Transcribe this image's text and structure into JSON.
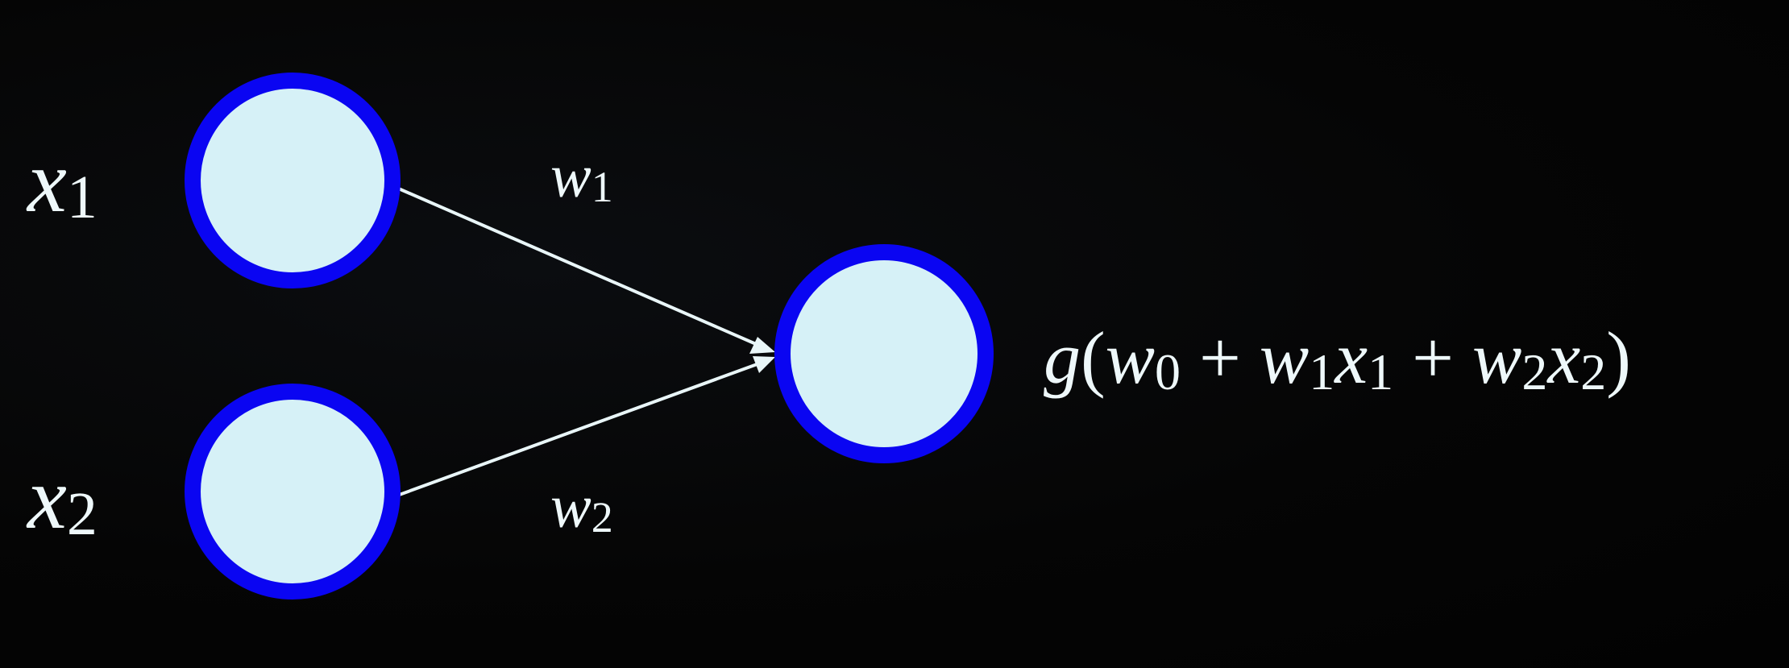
{
  "diagram": {
    "inputs": [
      {
        "var": "x",
        "sub": "1"
      },
      {
        "var": "x",
        "sub": "2"
      }
    ],
    "weights": [
      {
        "var": "w",
        "sub": "1"
      },
      {
        "var": "w",
        "sub": "2"
      }
    ],
    "output_expression": {
      "func": "g",
      "open": "(",
      "w0_var": "w",
      "w0_sub": "0",
      "plus1": " + ",
      "w1_var": "w",
      "w1_sub": "1",
      "x1_var": "x",
      "x1_sub": "1",
      "plus2": " + ",
      "w2_var": "w",
      "w2_sub": "2",
      "x2_var": "x",
      "x2_sub": "2",
      "close": ")"
    },
    "colors": {
      "node_fill": "#d6f1f7",
      "node_border": "#0a05f2",
      "edge": "#e9f6f8",
      "text": "#eef8fa",
      "background": "#030303"
    }
  }
}
